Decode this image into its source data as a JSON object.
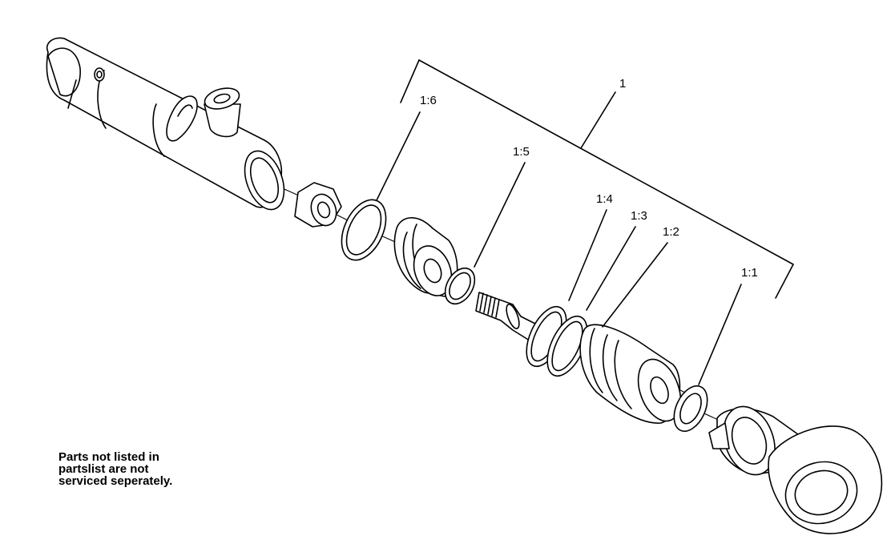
{
  "callouts": {
    "assembly": "1",
    "item_1_1": "1:1",
    "item_1_2": "1:2",
    "item_1_3": "1:3",
    "item_1_4": "1:4",
    "item_1_5": "1:5",
    "item_1_6": "1:6"
  },
  "note": {
    "line1": "Parts not listed in",
    "line2": "partslist are not",
    "line3": "serviced seperately."
  }
}
